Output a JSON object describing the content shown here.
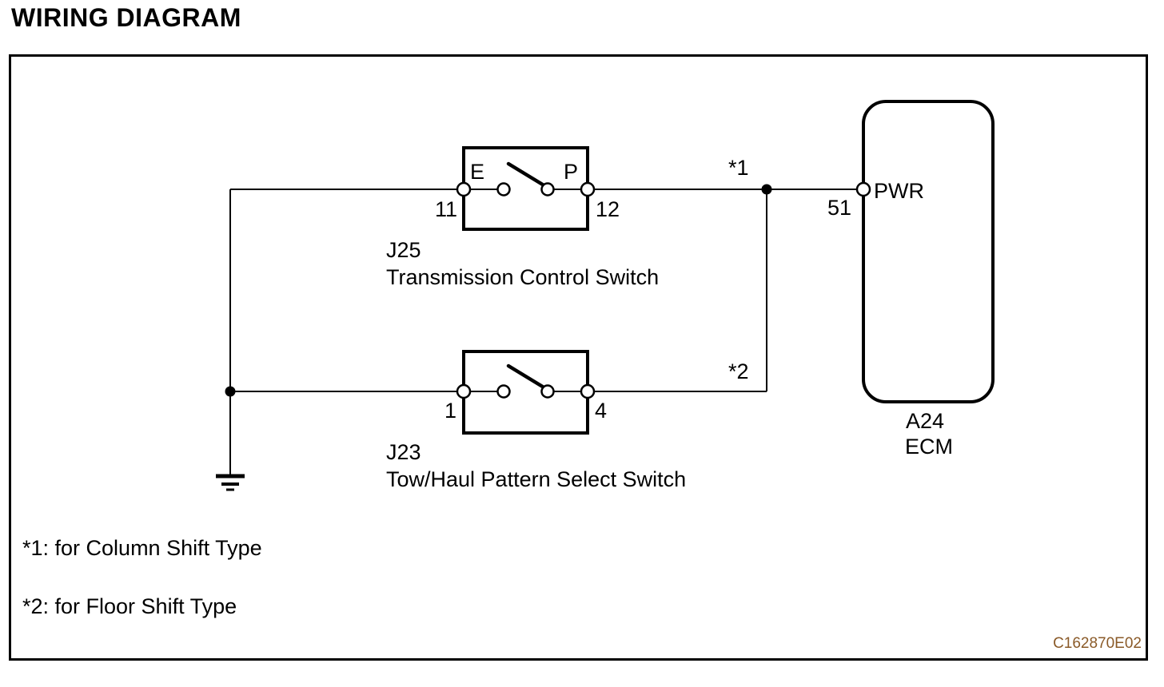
{
  "page": {
    "title": "WIRING DIAGRAM",
    "figure_code": "C162870E02"
  },
  "diagram": {
    "j25_switch": {
      "code": "J25",
      "name": "Transmission Control Switch",
      "pole_left_label": "E",
      "pole_right_label": "P",
      "pin_left": "11",
      "pin_right": "12"
    },
    "j23_switch": {
      "code": "J23",
      "name": "Tow/Haul Pattern Select Switch",
      "pin_left": "1",
      "pin_right": "4"
    },
    "ecm": {
      "code": "A24",
      "name": "ECM",
      "pin_number": "51",
      "pin_label": "PWR"
    },
    "wire_note_1": "*1",
    "wire_note_2": "*2"
  },
  "footnotes": {
    "note1": "*1: for Column Shift Type",
    "note2": "*2: for Floor Shift Type"
  },
  "colors": {
    "diagram_line": "#000000",
    "figure_code_text": "#8a5a28",
    "background": "#ffffff"
  }
}
